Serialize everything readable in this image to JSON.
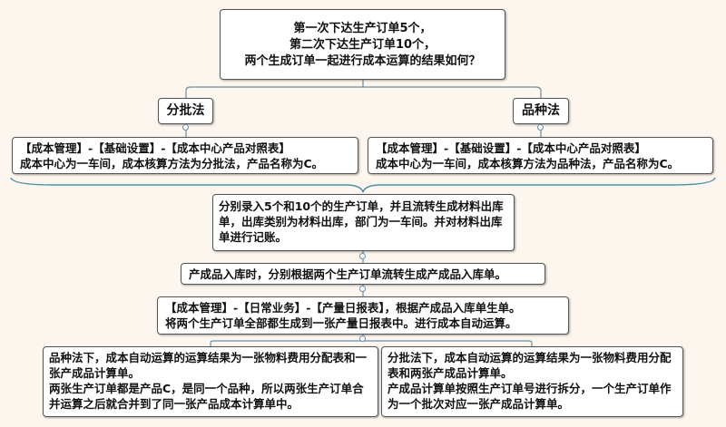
{
  "root": {
    "lines": [
      "第一次下达生产订单5个，",
      "第二次下达生产订单10个，",
      "两个生成订单一起进行成本运算的结果如何？"
    ]
  },
  "branches": [
    {
      "label": "分批法",
      "desc": [
        "【成本管理】-【基础设置】-【成本中心产品对照表】",
        "成本中心为一车间，成本核算方法为分批法，产品名称为C。"
      ]
    },
    {
      "label": "品种法",
      "desc": [
        "【成本管理】-【基础设置】-【成本中心产品对照表】",
        "成本中心为一车间，成本核算方法为品种法，产品名称为C。"
      ]
    }
  ],
  "steps": [
    "分别录入5个和10个的生产订单，并且流转生成材料出库单，出库类别为材料出库，部门为一车间。并对材料出库单进行记账。",
    "产成品入库时，分别根据两个生产订单流转生成产成品入库单。",
    [
      "【成本管理】-【日常业务】-【产量日报表】，根据产成品入库单生单。",
      "将两个生产订单全部都生成到一张产量日报表中。进行成本自动运算。"
    ]
  ],
  "results": [
    [
      "品种法下，成本自动运算的运算结果为一张物料费用分配表和一张产成品计算单。",
      "两张生产订单都是产品C，是同一个品种，所以两张生产订单合并运算之后就合并到了同一张产品成本计算单中。"
    ],
    [
      "分批法下，成本自动运算的运算结果为一张物料费用分配表和两张产成品计算单。",
      "产成品计算单按照生产订单号进行拆分，一个生产订单作为一个批次对应一张产成品计算单。"
    ]
  ],
  "colors": {
    "connector": "#6a8fa8",
    "background": "#fcf6ee"
  }
}
